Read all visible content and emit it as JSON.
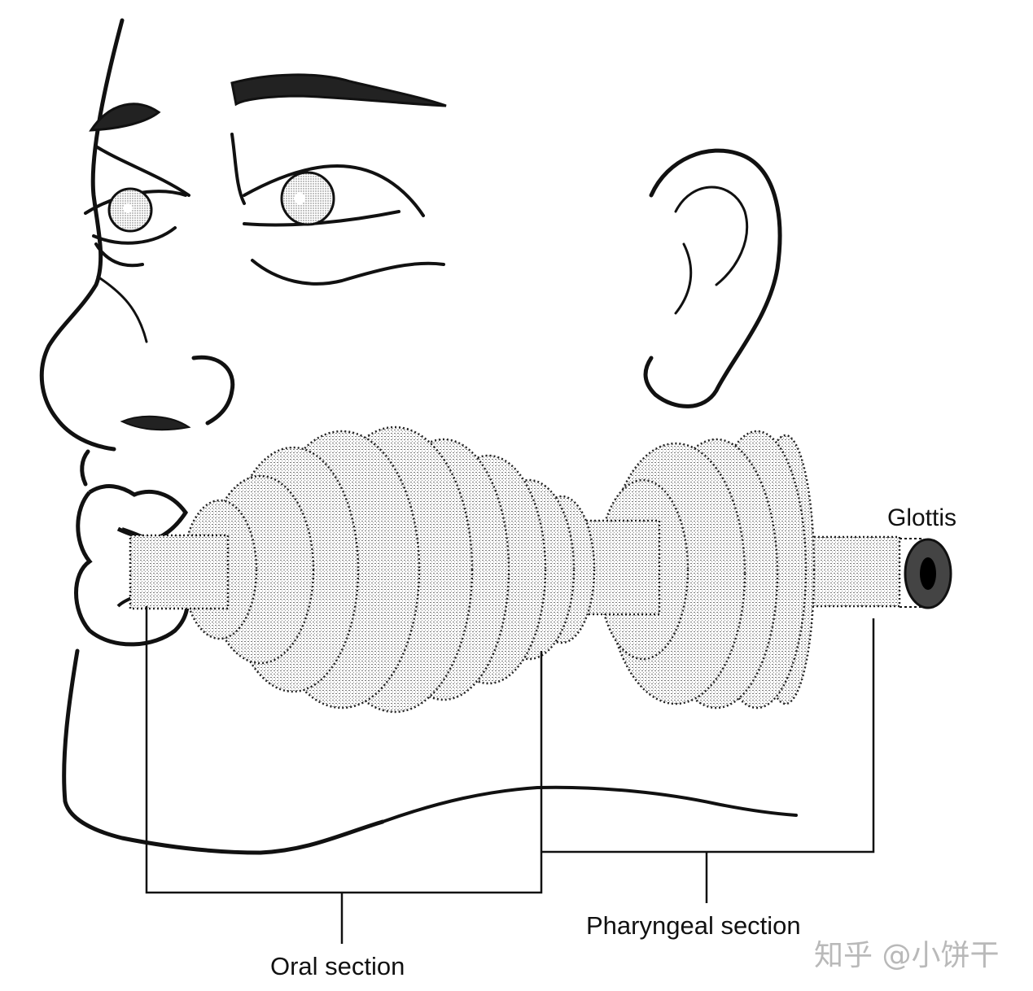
{
  "labels": {
    "glottis": "Glottis",
    "oral": "Oral section",
    "pharyngeal": "Pharyngeal section"
  },
  "watermark": "知乎 @小饼干",
  "colors": {
    "ink": "#111111",
    "watermark": "#b9b9b9",
    "background": "#ffffff"
  }
}
